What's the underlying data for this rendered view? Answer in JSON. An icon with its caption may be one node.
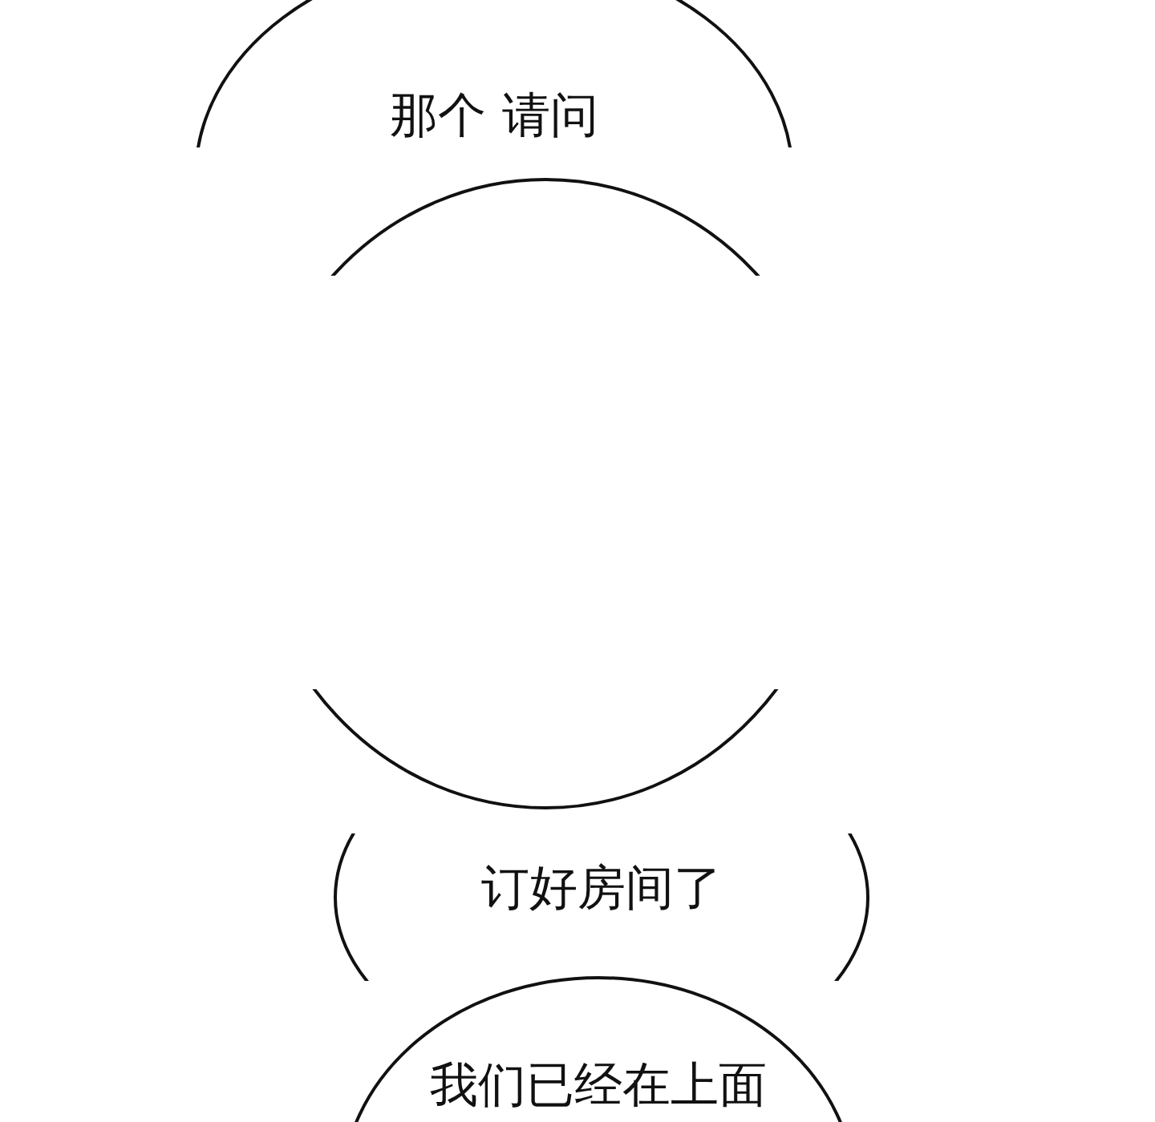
{
  "diagram": {
    "nodes": [
      {
        "text": [
          "那个 请问"
        ]
      },
      {
        "text": [],
        "shape": "circle"
      },
      {
        "text": [
          "订好房间了"
        ]
      },
      {
        "text": [
          "我们已经在上面"
        ]
      }
    ]
  }
}
